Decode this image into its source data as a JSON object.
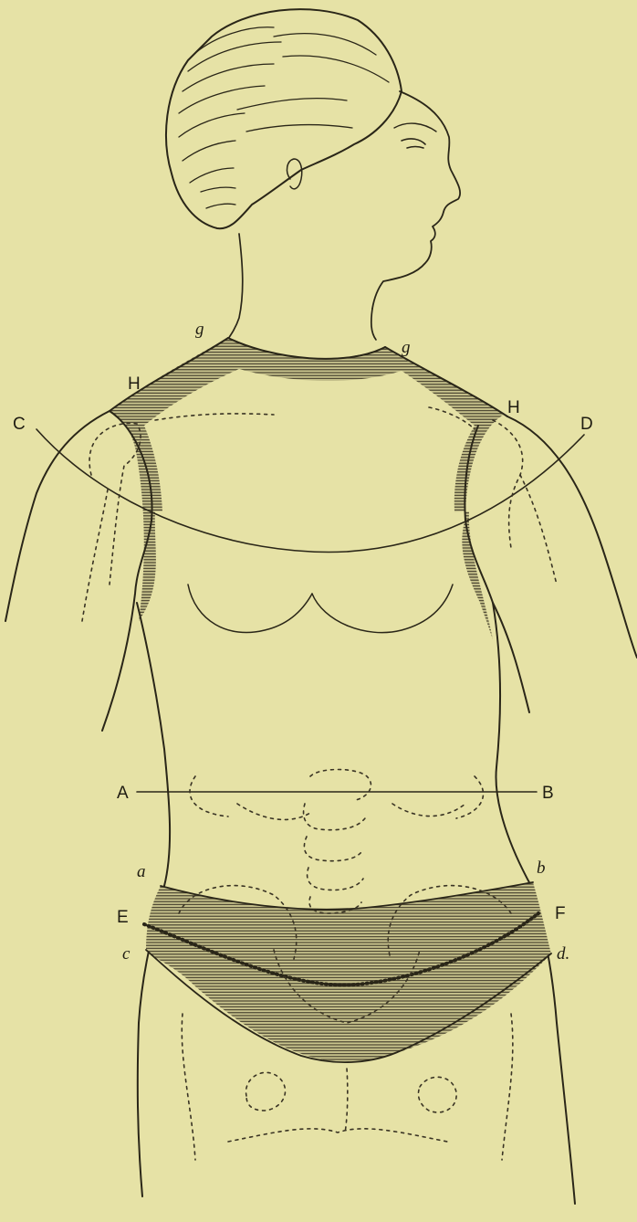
{
  "figure": {
    "background_color": "#e6e2a6",
    "ink_color": "#2a2618",
    "labels": {
      "g_left": "g",
      "g_right": "g",
      "H_left": "H",
      "H_right": "H",
      "C": "C",
      "D": "D",
      "A": "A",
      "B": "B",
      "a": "a",
      "b": "b",
      "E": "E",
      "F": "F",
      "c": "c",
      "d": "d."
    }
  }
}
